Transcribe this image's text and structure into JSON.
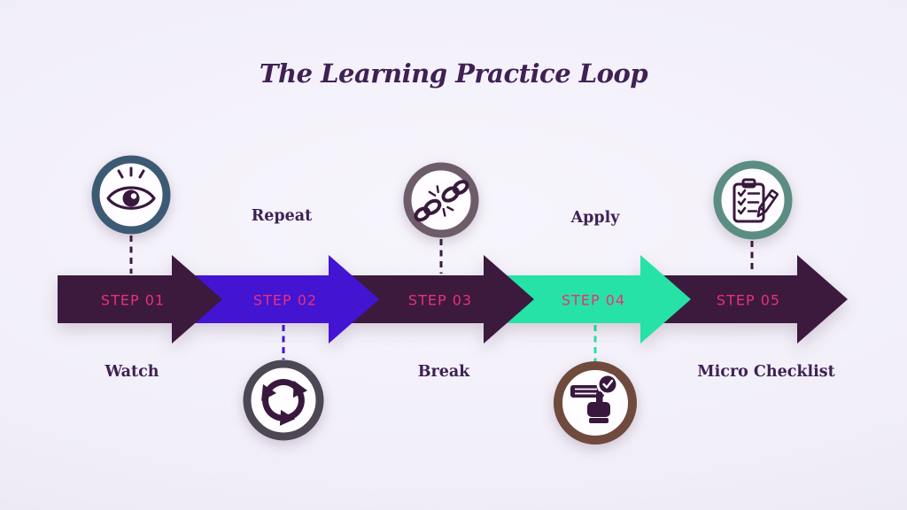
{
  "title": "The Learning Practice Loop",
  "colors": {
    "background": "#f1eef8",
    "dark_arrow": "#3b1a3e",
    "violet_arrow": "#4314d2",
    "green_arrow": "#27e2a6",
    "step_text_pink": "#ea2f7c",
    "label_text": "#3f2154",
    "icon_ink": "#39183d"
  },
  "steps": [
    {
      "step_label": "STEP 01",
      "name": "Watch",
      "icon": "eye-icon",
      "icon_position": "above",
      "arrow_color": "#3b1a3e",
      "ring_color": "#3d5a74",
      "connector_color": "#3b1a3e"
    },
    {
      "step_label": "STEP 02",
      "name": "Repeat",
      "icon": "cycle-arrows-icon",
      "icon_position": "below",
      "arrow_color": "#4314d2",
      "ring_color": "#4c4753",
      "connector_color": "#4314d2"
    },
    {
      "step_label": "STEP 03",
      "name": "Break",
      "icon": "broken-chain-icon",
      "icon_position": "above",
      "arrow_color": "#3b1a3e",
      "ring_color": "#6d5c69",
      "connector_color": "#3b1a3e"
    },
    {
      "step_label": "STEP 04",
      "name": "Apply",
      "icon": "hand-press-check-icon",
      "icon_position": "below",
      "arrow_color": "#27e2a6",
      "ring_color": "#6f4a3d",
      "connector_color": "#27e2a6"
    },
    {
      "step_label": "STEP 05",
      "name": "Micro Checklist",
      "icon": "checklist-icon",
      "icon_position": "above",
      "arrow_color": "#3b1a3e",
      "ring_color": "#5c8d83",
      "connector_color": "#3b1a3e"
    }
  ]
}
